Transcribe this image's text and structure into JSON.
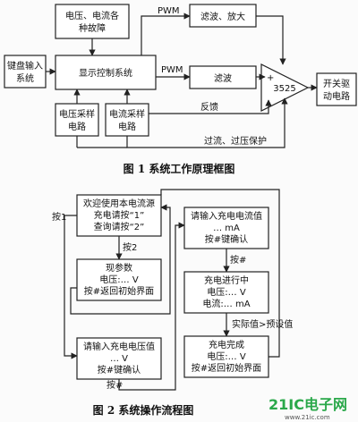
{
  "figure1": {
    "caption": "图 1   系统工作原理框图",
    "nodes": {
      "fault": [
        "电压、电流各",
        "种故障"
      ],
      "keyboard": [
        "键盘输入",
        "系统"
      ],
      "display_ctrl": [
        "显示控制系统"
      ],
      "filter_amp": [
        "滤波、放大"
      ],
      "filter": [
        "滤波"
      ],
      "pwm_chip": [
        "3525"
      ],
      "switch_drive": [
        "开关驱",
        "动电路"
      ],
      "v_sample": [
        "电压采样",
        "电路"
      ],
      "i_sample": [
        "电流采样",
        "电路"
      ]
    },
    "edge_labels": {
      "pwm_top": "PWM",
      "pwm_mid": "PWM",
      "feedback": "反馈",
      "protect": "过流、过压保护",
      "plus": "+"
    }
  },
  "figure2": {
    "caption": "图 2   系统操作流程图",
    "nodes": {
      "welcome": [
        "欢迎使用本电流源",
        "充电请按“1”",
        "查询请按“2”"
      ],
      "params": [
        "现参数",
        "电压:… V",
        "按#返回初始界面"
      ],
      "input_v": [
        "请输入充电电压值",
        "… V",
        "按#键确认"
      ],
      "input_i": [
        "请输入充电电流值",
        "… mA",
        "按#键确认"
      ],
      "charging": [
        "充电进行中",
        "电压:… V",
        "电流:… mA"
      ],
      "done": [
        "充电完成",
        "电压:… V",
        "按#返回初始界面"
      ]
    },
    "edge_labels": {
      "key1": "按1",
      "key2": "按2",
      "hash_bottom": "按#",
      "hash_right": "按#",
      "cond": "实际值>预设值"
    }
  },
  "watermark": "21IC电子网",
  "watermark_url": "www.21ic.com"
}
